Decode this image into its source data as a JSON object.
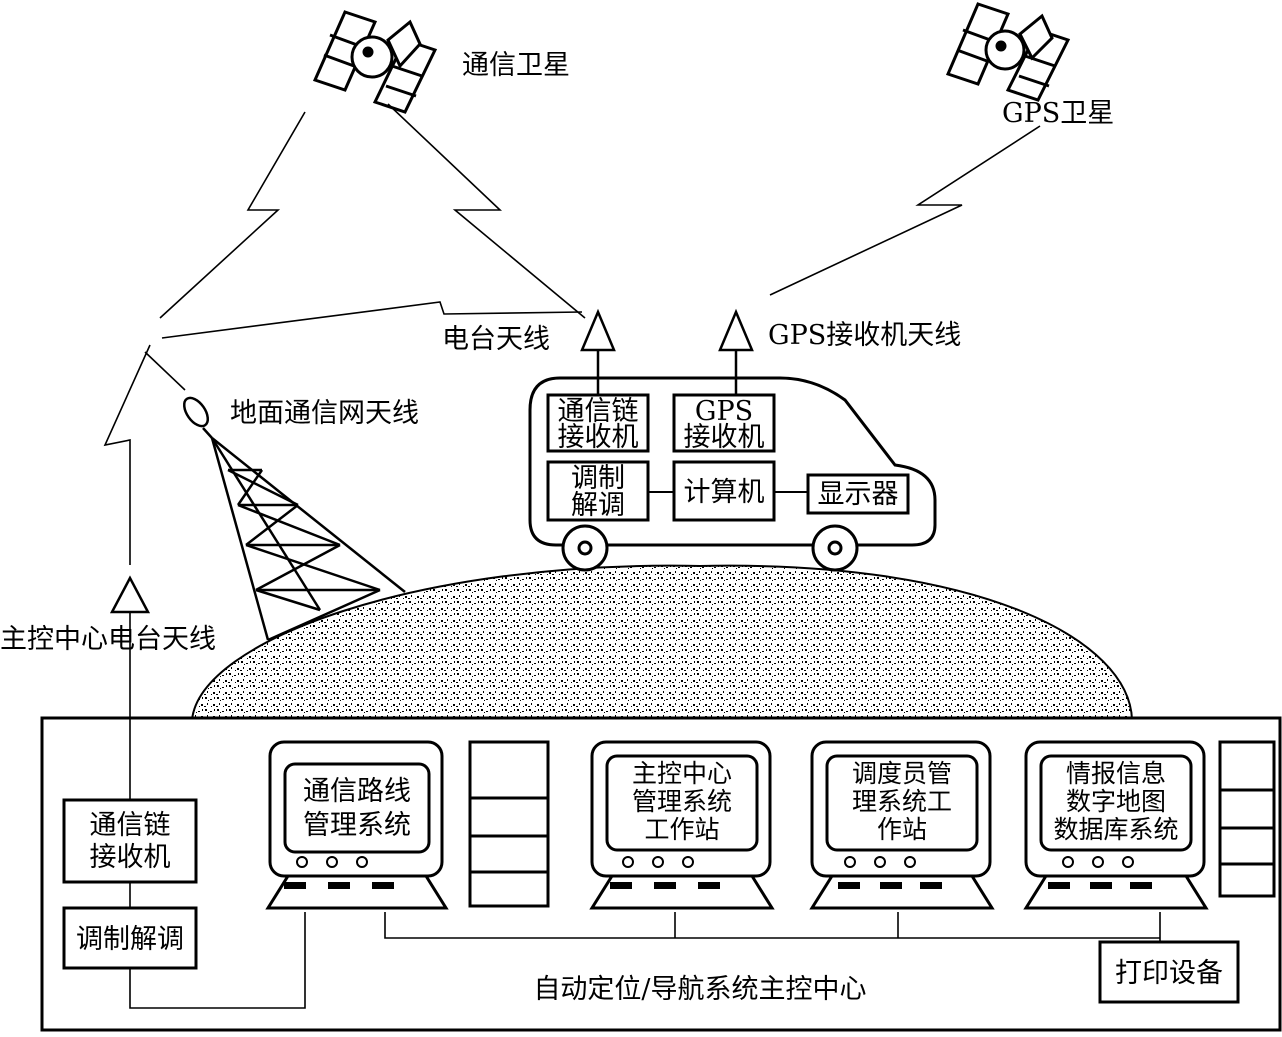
{
  "satellites": {
    "comm": "通信卫星",
    "gps": "GPS卫星"
  },
  "antennas": {
    "radio": "电台天线",
    "gps_receiver": "GPS接收机天线",
    "ground_network": "地面通信网天线",
    "center_radio": "主控中心电台天线"
  },
  "vehicle": {
    "comm_receiver_1": "通信链",
    "comm_receiver_2": "接收机",
    "gps_receiver_1": "GPS",
    "gps_receiver_2": "接收机",
    "modem_1": "调制",
    "modem_2": "解调",
    "computer": "计算机",
    "display": "显示器"
  },
  "control_center": {
    "title": "自动定位/导航系统主控中心",
    "comm_receiver_1": "通信链",
    "comm_receiver_2": "接收机",
    "modem": "调制解调",
    "printer": "打印设备",
    "workstations": [
      {
        "lines": [
          "通信路线",
          "管理系统"
        ]
      },
      {
        "lines": [
          "主控中心",
          "管理系统",
          "工作站"
        ]
      },
      {
        "lines": [
          "调度员管",
          "理系统工",
          "作站"
        ]
      },
      {
        "lines": [
          "情报信息",
          "数字地图",
          "数据库系统"
        ]
      }
    ]
  }
}
